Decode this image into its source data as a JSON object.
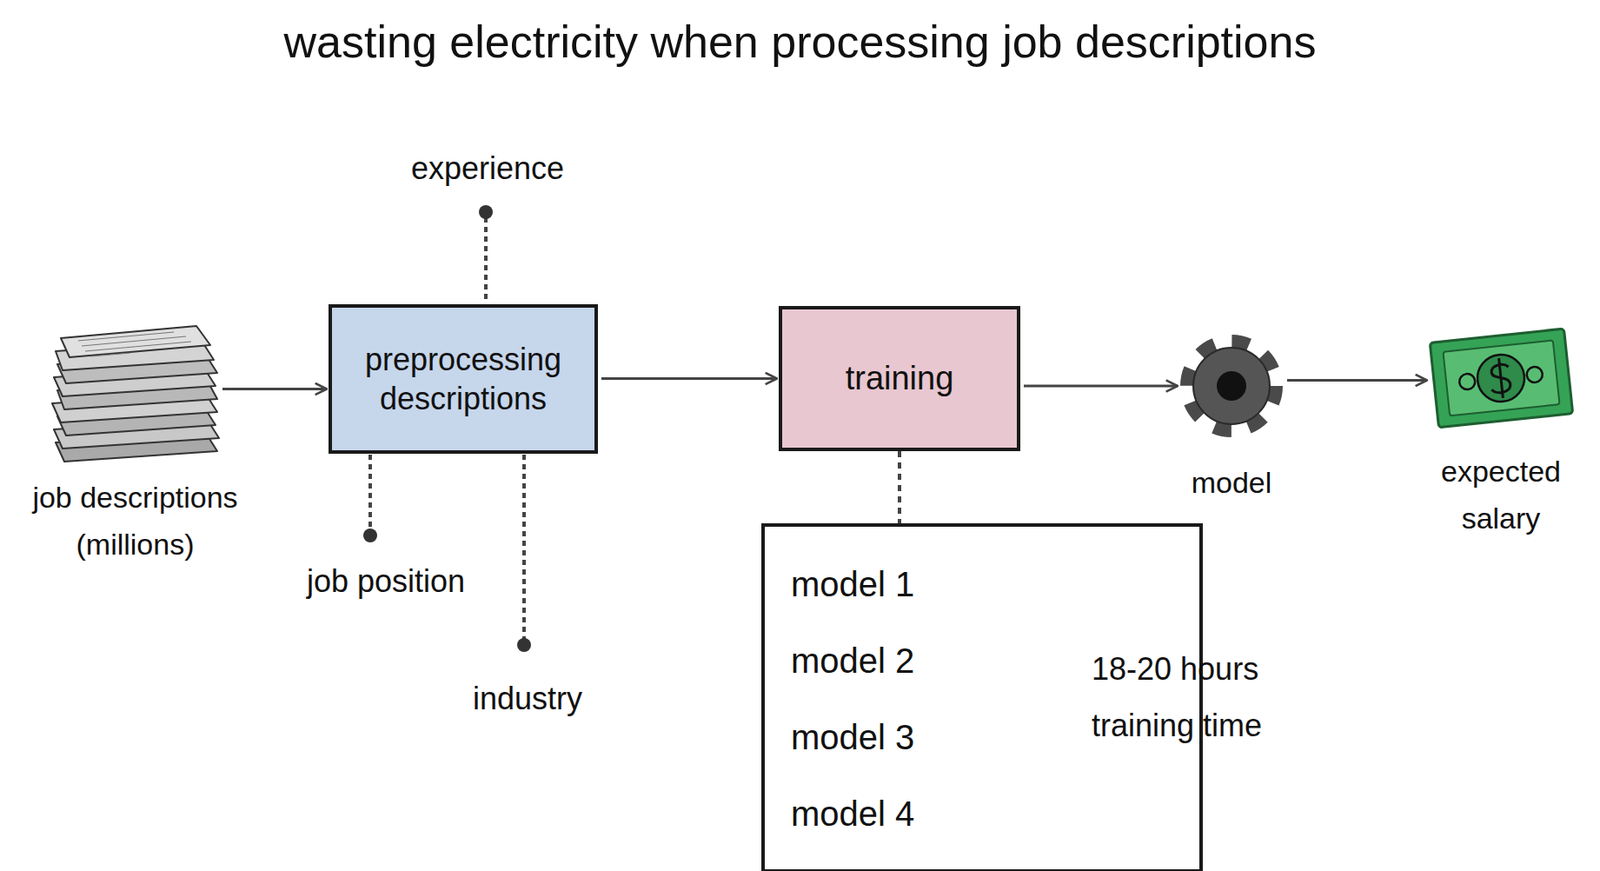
{
  "diagram": {
    "title": "wasting electricity when processing job descriptions",
    "nodes": [
      {
        "text": [
          "job descriptions (millions)"
        ]
      },
      {
        "text": [
          "preprocessing descriptions"
        ]
      },
      {
        "text": [
          "training"
        ]
      },
      {
        "text": [
          "model"
        ]
      },
      {
        "text": [
          "expected salary"
        ]
      },
      {
        "text": [
          "model 1",
          "model 2",
          "model 3",
          "model 4"
        ]
      }
    ],
    "edges": [
      {
        "from": 0,
        "to": 1,
        "arrow": "to"
      },
      {
        "from": 1,
        "to": 2,
        "arrow": "to"
      },
      {
        "from": 2,
        "to": 3,
        "arrow": "to"
      },
      {
        "from": 3,
        "to": 4,
        "arrow": "to"
      },
      {
        "from": 2,
        "to": 5,
        "arrow": "none"
      }
    ],
    "labels": [
      "experience",
      "job position",
      "industry",
      "18-20 hours training time"
    ]
  }
}
